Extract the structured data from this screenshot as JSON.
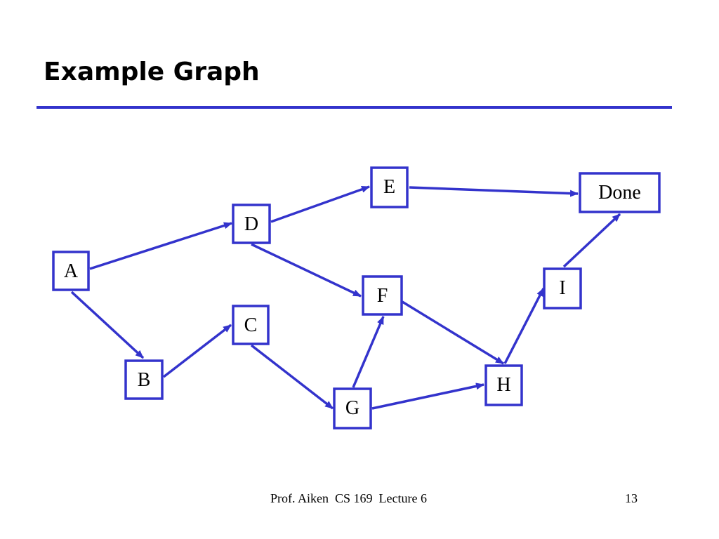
{
  "title": "Example Graph",
  "footer": {
    "center": "Prof. Aiken  CS 169  Lecture 6",
    "page": "13"
  },
  "colors": {
    "accent": "#3333cc",
    "text": "#000000",
    "background": "#ffffff"
  },
  "nodes": [
    {
      "id": "A",
      "label": "A"
    },
    {
      "id": "B",
      "label": "B"
    },
    {
      "id": "C",
      "label": "C"
    },
    {
      "id": "D",
      "label": "D"
    },
    {
      "id": "E",
      "label": "E"
    },
    {
      "id": "F",
      "label": "F"
    },
    {
      "id": "G",
      "label": "G"
    },
    {
      "id": "H",
      "label": "H"
    },
    {
      "id": "I",
      "label": "I"
    },
    {
      "id": "Done",
      "label": "Done"
    }
  ],
  "edges": [
    {
      "from": "A",
      "to": "D"
    },
    {
      "from": "A",
      "to": "B"
    },
    {
      "from": "B",
      "to": "C"
    },
    {
      "from": "D",
      "to": "E"
    },
    {
      "from": "D",
      "to": "F"
    },
    {
      "from": "E",
      "to": "Done"
    },
    {
      "from": "C",
      "to": "G"
    },
    {
      "from": "G",
      "to": "F"
    },
    {
      "from": "G",
      "to": "H"
    },
    {
      "from": "F",
      "to": "H"
    },
    {
      "from": "H",
      "to": "I"
    },
    {
      "from": "I",
      "to": "Done"
    }
  ]
}
